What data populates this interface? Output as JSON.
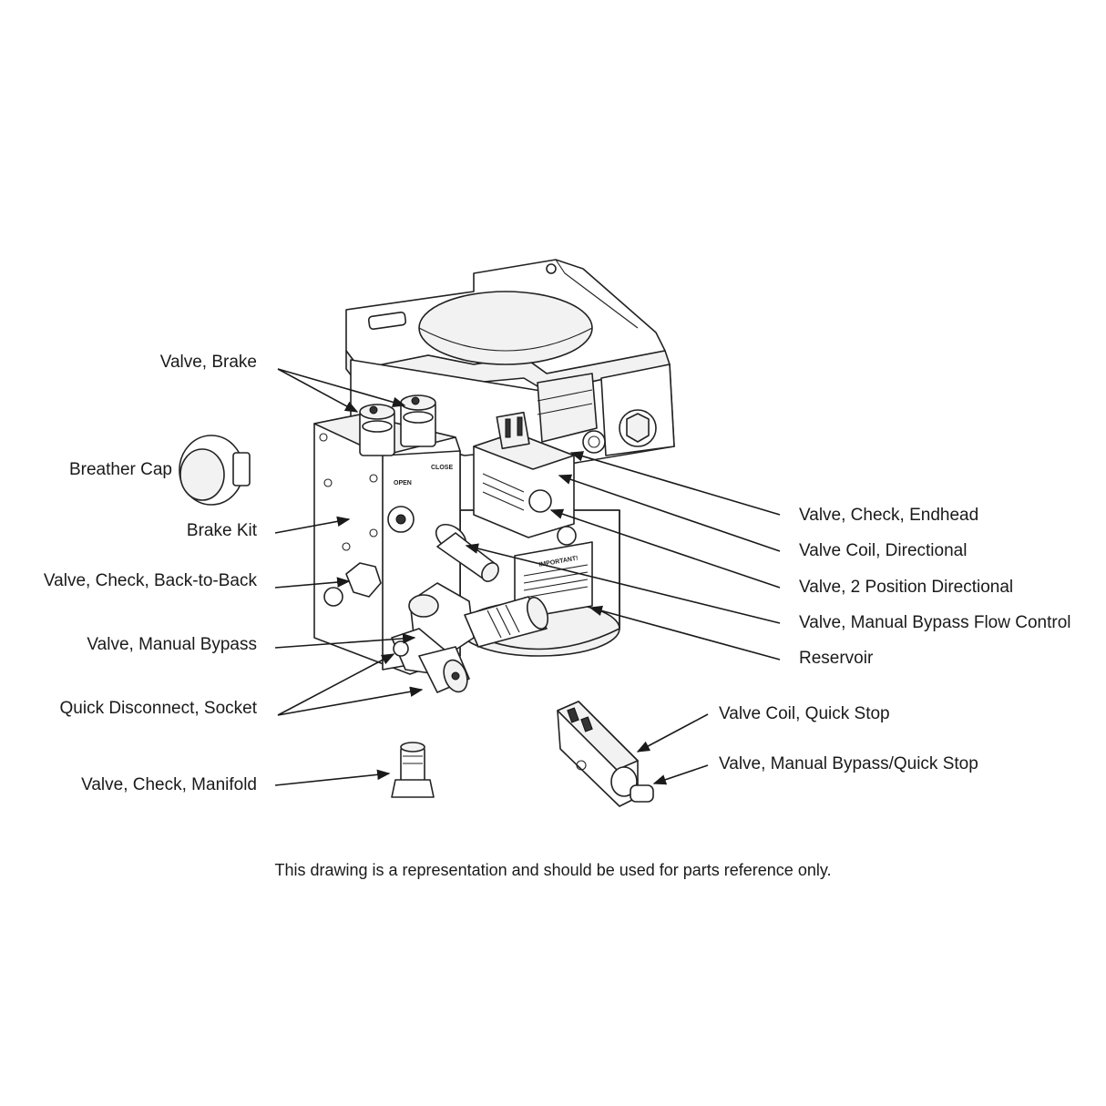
{
  "labels": {
    "valve_brake": "Valve, Brake",
    "breather_cap": "Breather Cap",
    "brake_kit": "Brake Kit",
    "valve_check_back_to_back": "Valve, Check, Back-to-Back",
    "valve_manual_bypass": "Valve, Manual Bypass",
    "quick_disconnect_socket": "Quick Disconnect, Socket",
    "valve_check_manifold": "Valve, Check, Manifold",
    "valve_check_endhead": "Valve, Check, Endhead",
    "valve_coil_directional": "Valve Coil, Directional",
    "valve_2_position_directional": "Valve, 2 Position Directional",
    "valve_manual_bypass_flow_control": "Valve, Manual Bypass Flow Control",
    "reservoir": "Reservoir",
    "valve_coil_quick_stop": "Valve Coil, Quick Stop",
    "valve_manual_bypass_quick_stop": "Valve, Manual Bypass/Quick Stop"
  },
  "block_markings": {
    "open": "OPEN",
    "close": "CLOSE",
    "important": "IMPORTANT!"
  },
  "footer": "This drawing is a representation and should be used for parts reference only."
}
